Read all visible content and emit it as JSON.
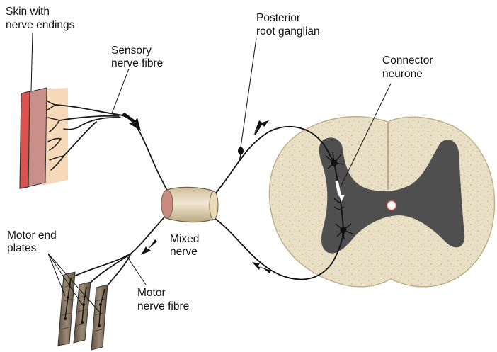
{
  "labels": {
    "skin": [
      "Skin with",
      "nerve endings"
    ],
    "sensory": [
      "Sensory",
      "nerve fibre"
    ],
    "ganglion": [
      "Posterior",
      "root ganglian"
    ],
    "connector": [
      "Connector",
      "neurone"
    ],
    "motor_plates": [
      "Motor end",
      "plates"
    ],
    "mixed": [
      "Mixed",
      "nerve"
    ],
    "motor_fibre": [
      "Motor",
      "nerve fibre"
    ]
  },
  "colors": {
    "skin_outer": "#d9534f",
    "skin_inner": "#c98f86",
    "skin_fat": "#f6d9b8",
    "cord_white": "#e8ddc4",
    "cord_grey": "#4f4f4f",
    "nerve_bundle": "#e3d6bc",
    "muscle": "#7a6a58",
    "arrow": "#111111",
    "arrow_inside": "#ffffff"
  }
}
